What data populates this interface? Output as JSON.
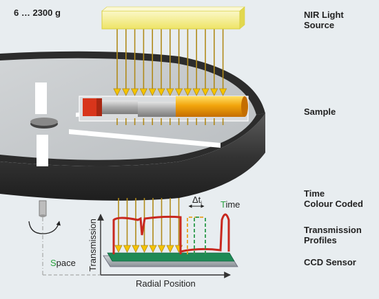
{
  "labels": {
    "mass_range": "6 … 2300 g",
    "nir_light_source": [
      "NIR Light",
      "Source"
    ],
    "sample": "Sample",
    "time_colour_coded": [
      "Time",
      "Colour Coded"
    ],
    "transmission_profiles": [
      "Transmission",
      "Profiles"
    ],
    "ccd_sensor": "CCD Sensor"
  },
  "plot": {
    "y_axis_label": "Transmission",
    "x_axis_label": "Radial Position",
    "delta_t_label": "Δt",
    "delta_t_subscript": "i",
    "time_label_first": "T",
    "time_label_rest": "ime",
    "space_label_first": "S",
    "space_label_rest": "pace"
  },
  "colors": {
    "background": "#e8edf0",
    "disc_face": "#c9cdd0",
    "disc_rim": "#3a3a3a",
    "light_source": "#f6f18a",
    "beam": "#b08a1a",
    "profile_red": "#c8281e",
    "profile_orange": "#e8a020",
    "profile_green": "#2a9a4a",
    "ccd_green": "#1e8a55",
    "accent_green": "#2aa040"
  }
}
